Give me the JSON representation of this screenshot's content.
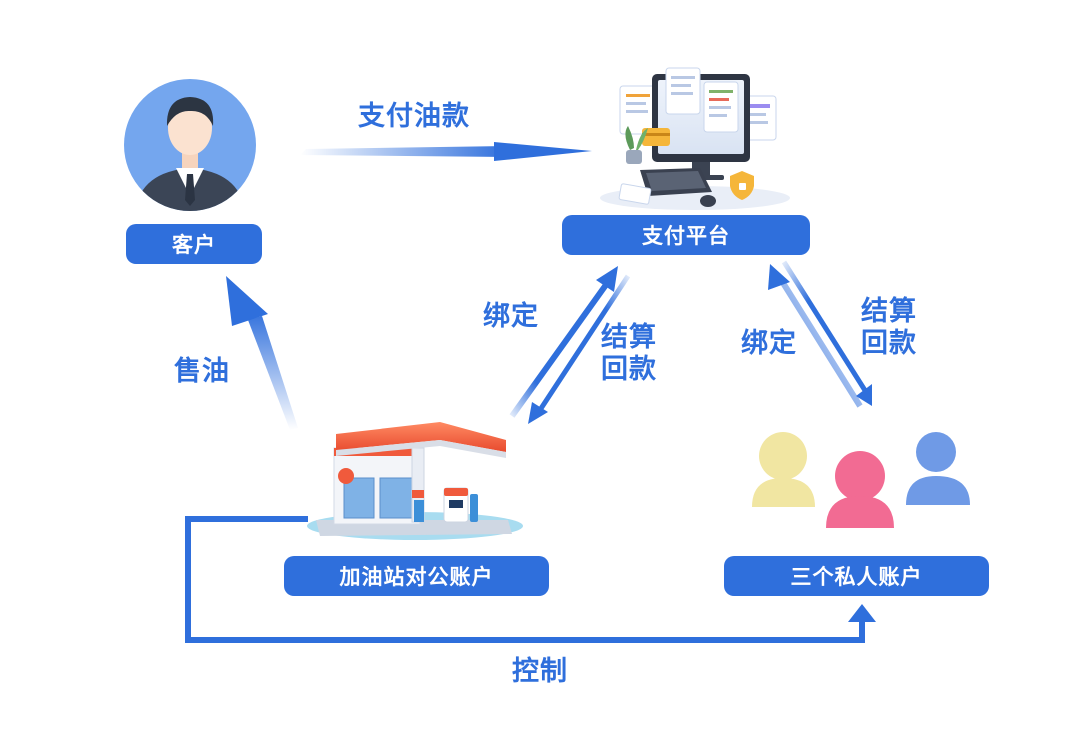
{
  "nodes": {
    "customer": "客户",
    "payment_platform": "支付平台",
    "station_account": "加油站对公账户",
    "private_accounts": "三个私人账户"
  },
  "edges": {
    "pay_fuel": "支付油款",
    "sell_fuel": "售油",
    "bind_station": "绑定",
    "settle_station": "结算\n回款",
    "bind_private": "绑定",
    "settle_private": "结算\n回款",
    "control": "控制"
  },
  "colors": {
    "primary": "#2f6fdc",
    "label_text": "#ffffff",
    "person_yellow": "#f1e6a2",
    "person_pink": "#f26b93",
    "person_blue": "#6f9ae6",
    "avatar_bg": "#74a6ee",
    "station_roof": "#f05a3c"
  },
  "icons": {
    "customer": "businessman-avatar-icon",
    "platform": "computer-payment-platform-icon",
    "station": "gas-station-icon",
    "people": "three-people-icon"
  }
}
